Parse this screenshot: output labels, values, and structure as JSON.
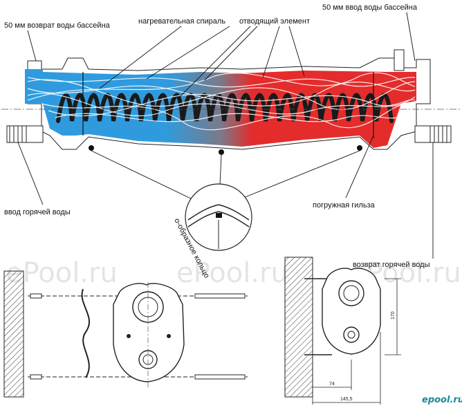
{
  "labels": {
    "pool_return": "50 мм возврат воды бассейна",
    "heating_coil": "нагревательная спираль",
    "outlet_element": "отводящий элемент",
    "pool_inlet": "50 мм ввод воды бассейна",
    "hot_water_inlet": "ввод горячей воды",
    "immersion_sleeve": "погружная гильза",
    "o_ring": "о-образное кольцо",
    "hot_water_return": "возврат горячей воды"
  },
  "dimensions": {
    "height": "170",
    "depth": "74",
    "total_depth": "145,5"
  },
  "watermarks": [
    "ePool.ru",
    "ePool.ru",
    "ePool.ru"
  ],
  "site_logo": "epool.ru",
  "colors": {
    "cold_water": "#2f9bde",
    "hot_water": "#e42c2c",
    "coil": "#222222",
    "flow_lines": "#ffffff"
  }
}
